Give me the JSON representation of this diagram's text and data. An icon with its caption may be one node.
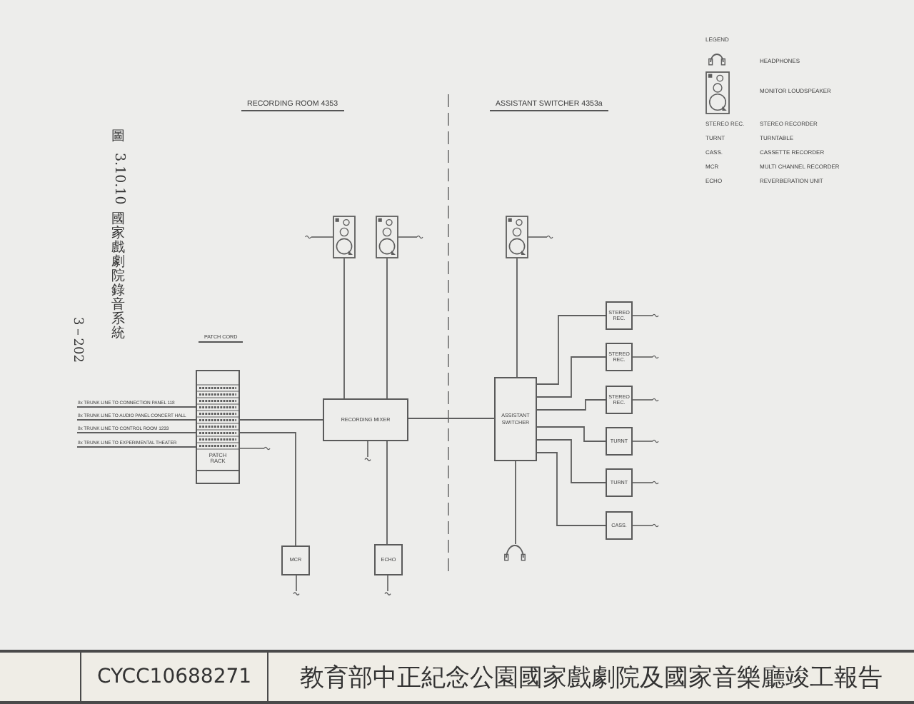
{
  "diagram": {
    "title": "圖 3.10.10 國家戲劇院錄音系統",
    "nodes": [
      {
        "text": [],
        "shape": "speaker"
      },
      {
        "text": [],
        "shape": "speaker"
      },
      {
        "text": [],
        "shape": "speaker"
      },
      {
        "text": [
          "PATCH RACK"
        ]
      },
      {
        "text": [
          "RECORDING MIXER"
        ]
      },
      {
        "text": [
          "ASSISTANT SWITCHER"
        ]
      },
      {
        "text": [
          "STEREO REC."
        ]
      },
      {
        "text": [
          "STEREO REC."
        ]
      },
      {
        "text": [
          "STEREO REC."
        ]
      },
      {
        "text": [
          "TURNT"
        ]
      },
      {
        "text": [
          "TURNT"
        ]
      },
      {
        "text": [
          "CASS."
        ]
      },
      {
        "text": [
          "MCR"
        ]
      },
      {
        "text": [
          "ECHO"
        ]
      },
      {
        "text": [],
        "shape": "headphones"
      }
    ],
    "edges": [
      {
        "from": 0,
        "to": 4,
        "arrow": "none"
      },
      {
        "from": 1,
        "to": 4,
        "arrow": "none"
      },
      {
        "from": 2,
        "to": 5,
        "arrow": "none"
      },
      {
        "from": 3,
        "to": 4,
        "arrow": "none"
      },
      {
        "from": 4,
        "to": 5,
        "arrow": "none"
      },
      {
        "from": 3,
        "to": 12,
        "arrow": "none"
      },
      {
        "from": 4,
        "to": 13,
        "arrow": "none"
      },
      {
        "from": 5,
        "to": 6,
        "arrow": "none"
      },
      {
        "from": 5,
        "to": 7,
        "arrow": "none"
      },
      {
        "from": 5,
        "to": 8,
        "arrow": "none"
      },
      {
        "from": 5,
        "to": 9,
        "arrow": "none"
      },
      {
        "from": 5,
        "to": 10,
        "arrow": "none"
      },
      {
        "from": 5,
        "to": 11,
        "arrow": "none"
      },
      {
        "from": 5,
        "to": 14,
        "arrow": "none"
      },
      {
        "from": null,
        "to": 3,
        "arrow": "none",
        "label": "8x TRUNK LINE TO CONNECTION PANEL 118"
      },
      {
        "from": null,
        "to": 3,
        "arrow": "none",
        "label": "8x TRUNK LINE TO AUDIO PANEL CONCERT HALL"
      },
      {
        "from": null,
        "to": 3,
        "arrow": "none",
        "label": "8x TRUNK LINE TO CONTROL ROOM 1233"
      },
      {
        "from": null,
        "to": 3,
        "arrow": "none",
        "label": "8x TRUNK LINE TO EXPERIMENTAL THEATER"
      }
    ],
    "labels": [
      "RECORDING ROOM 4353",
      "ASSISTANT SWITCHER 4353a",
      "3－202",
      "LEGEND",
      "STEREO REC.",
      "STEREO RECORDER",
      "TURNT",
      "TURNTABLE",
      "CASS.",
      "CASSETTE RECORDER",
      "MCR",
      "MULTI CHANNEL RECORDER",
      "ECHO",
      "REVERBERATION UNIT",
      "PATCH CORD",
      "CYCC10688271",
      "教育部中正紀念公園國家戲劇院及國家音樂廳竣工報告"
    ],
    "legend": [
      {
        "text": "HEADPHONES"
      },
      {
        "text": "MONITOR LOUDSPEAKER"
      }
    ]
  }
}
